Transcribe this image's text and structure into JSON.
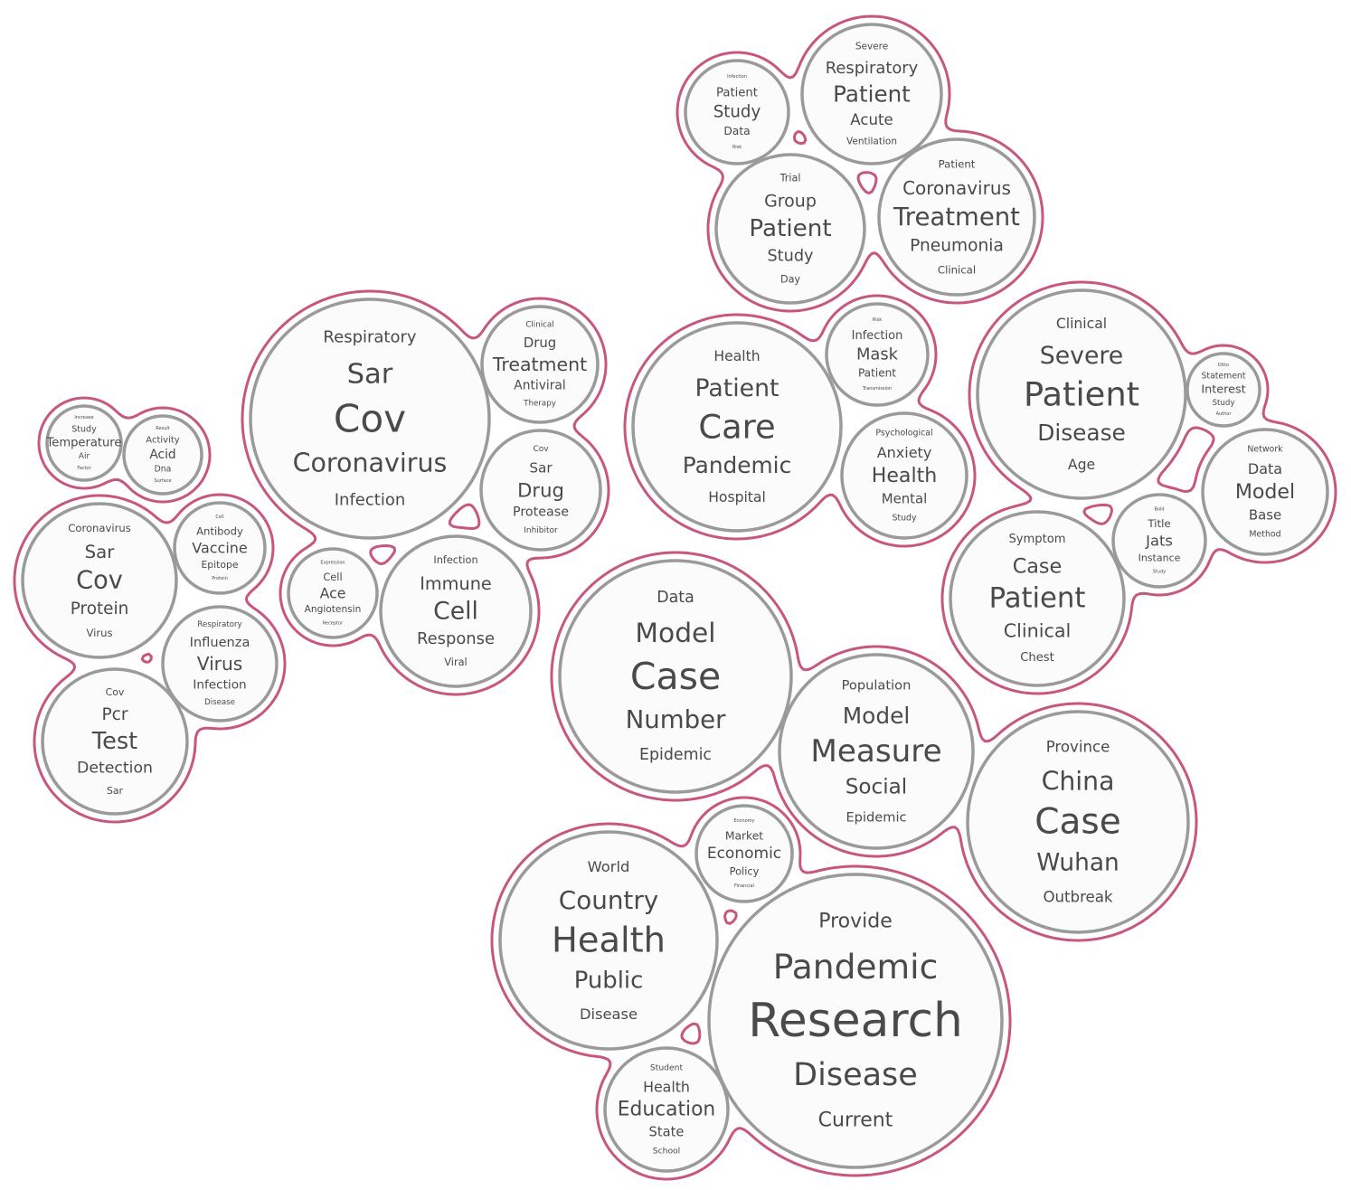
{
  "colors": {
    "cluster_outline": "#c75879",
    "bubble_stroke": "#9a9a9a",
    "bubble_fill": "#fbfbfb",
    "text": "#4a4a4a",
    "background": "#ffffff"
  },
  "topics": [
    {
      "id": "t1",
      "words": [
        "Infection",
        "Patient",
        "Study",
        "Data",
        "Risk"
      ]
    },
    {
      "id": "t2",
      "words": [
        "Severe",
        "Respiratory",
        "Patient",
        "Acute",
        "Ventilation"
      ]
    },
    {
      "id": "t3",
      "words": [
        "Trial",
        "Group",
        "Patient",
        "Study",
        "Day"
      ]
    },
    {
      "id": "t4",
      "words": [
        "Patient",
        "Coronavirus",
        "Treatment",
        "Pneumonia",
        "Clinical"
      ]
    },
    {
      "id": "t5",
      "words": [
        "Respiratory",
        "Sar",
        "Cov",
        "Coronavirus",
        "Infection"
      ]
    },
    {
      "id": "t6",
      "words": [
        "Clinical",
        "Drug",
        "Treatment",
        "Antiviral",
        "Therapy"
      ]
    },
    {
      "id": "t7",
      "words": [
        "Cov",
        "Sar",
        "Drug",
        "Protease",
        "Inhibitor"
      ]
    },
    {
      "id": "t8",
      "words": [
        "Expression",
        "Cell",
        "Ace",
        "Angiotensin",
        "Receptor"
      ]
    },
    {
      "id": "t9",
      "words": [
        "Infection",
        "Immune",
        "Cell",
        "Response",
        "Viral"
      ]
    },
    {
      "id": "t10",
      "words": [
        "Health",
        "Patient",
        "Care",
        "Pandemic",
        "Hospital"
      ]
    },
    {
      "id": "t11",
      "words": [
        "Risk",
        "Infection",
        "Mask",
        "Patient",
        "Transmission"
      ]
    },
    {
      "id": "t12",
      "words": [
        "Psychological",
        "Anxiety",
        "Health",
        "Mental",
        "Study"
      ]
    },
    {
      "id": "t13",
      "words": [
        "Clinical",
        "Severe",
        "Patient",
        "Disease",
        "Age"
      ]
    },
    {
      "id": "t14",
      "words": [
        "Ditto",
        "Statement",
        "Interest",
        "Study",
        "Author"
      ]
    },
    {
      "id": "t15",
      "words": [
        "Network",
        "Data",
        "Model",
        "Base",
        "Method"
      ]
    },
    {
      "id": "t16",
      "words": [
        "Bold",
        "Title",
        "Jats",
        "Instance",
        "Study"
      ]
    },
    {
      "id": "t17",
      "words": [
        "Symptom",
        "Case",
        "Patient",
        "Clinical",
        "Chest"
      ]
    },
    {
      "id": "t18",
      "words": [
        "Increase",
        "Study",
        "Temperature",
        "Air",
        "Factor"
      ]
    },
    {
      "id": "t19",
      "words": [
        "Result",
        "Activity",
        "Acid",
        "Dna",
        "Surface"
      ]
    },
    {
      "id": "t20",
      "words": [
        "Coronavirus",
        "Sar",
        "Cov",
        "Protein",
        "Virus"
      ]
    },
    {
      "id": "t21",
      "words": [
        "Cell",
        "Antibody",
        "Vaccine",
        "Epitope",
        "Protein"
      ]
    },
    {
      "id": "t22",
      "words": [
        "Respiratory",
        "Influenza",
        "Virus",
        "Infection",
        "Disease"
      ]
    },
    {
      "id": "t23",
      "words": [
        "Cov",
        "Pcr",
        "Test",
        "Detection",
        "Sar"
      ]
    },
    {
      "id": "t24",
      "words": [
        "Data",
        "Model",
        "Case",
        "Number",
        "Epidemic"
      ]
    },
    {
      "id": "t25",
      "words": [
        "Population",
        "Model",
        "Measure",
        "Social",
        "Epidemic"
      ]
    },
    {
      "id": "t26",
      "words": [
        "Province",
        "China",
        "Case",
        "Wuhan",
        "Outbreak"
      ]
    },
    {
      "id": "t27",
      "words": [
        "Economy",
        "Market",
        "Economic",
        "Policy",
        "Financial"
      ]
    },
    {
      "id": "t28",
      "words": [
        "World",
        "Country",
        "Health",
        "Public",
        "Disease"
      ]
    },
    {
      "id": "t29",
      "words": [
        "Student",
        "Health",
        "Education",
        "State",
        "School"
      ]
    },
    {
      "id": "t30",
      "words": [
        "Provide",
        "Pandemic",
        "Research",
        "Disease",
        "Current"
      ]
    }
  ]
}
